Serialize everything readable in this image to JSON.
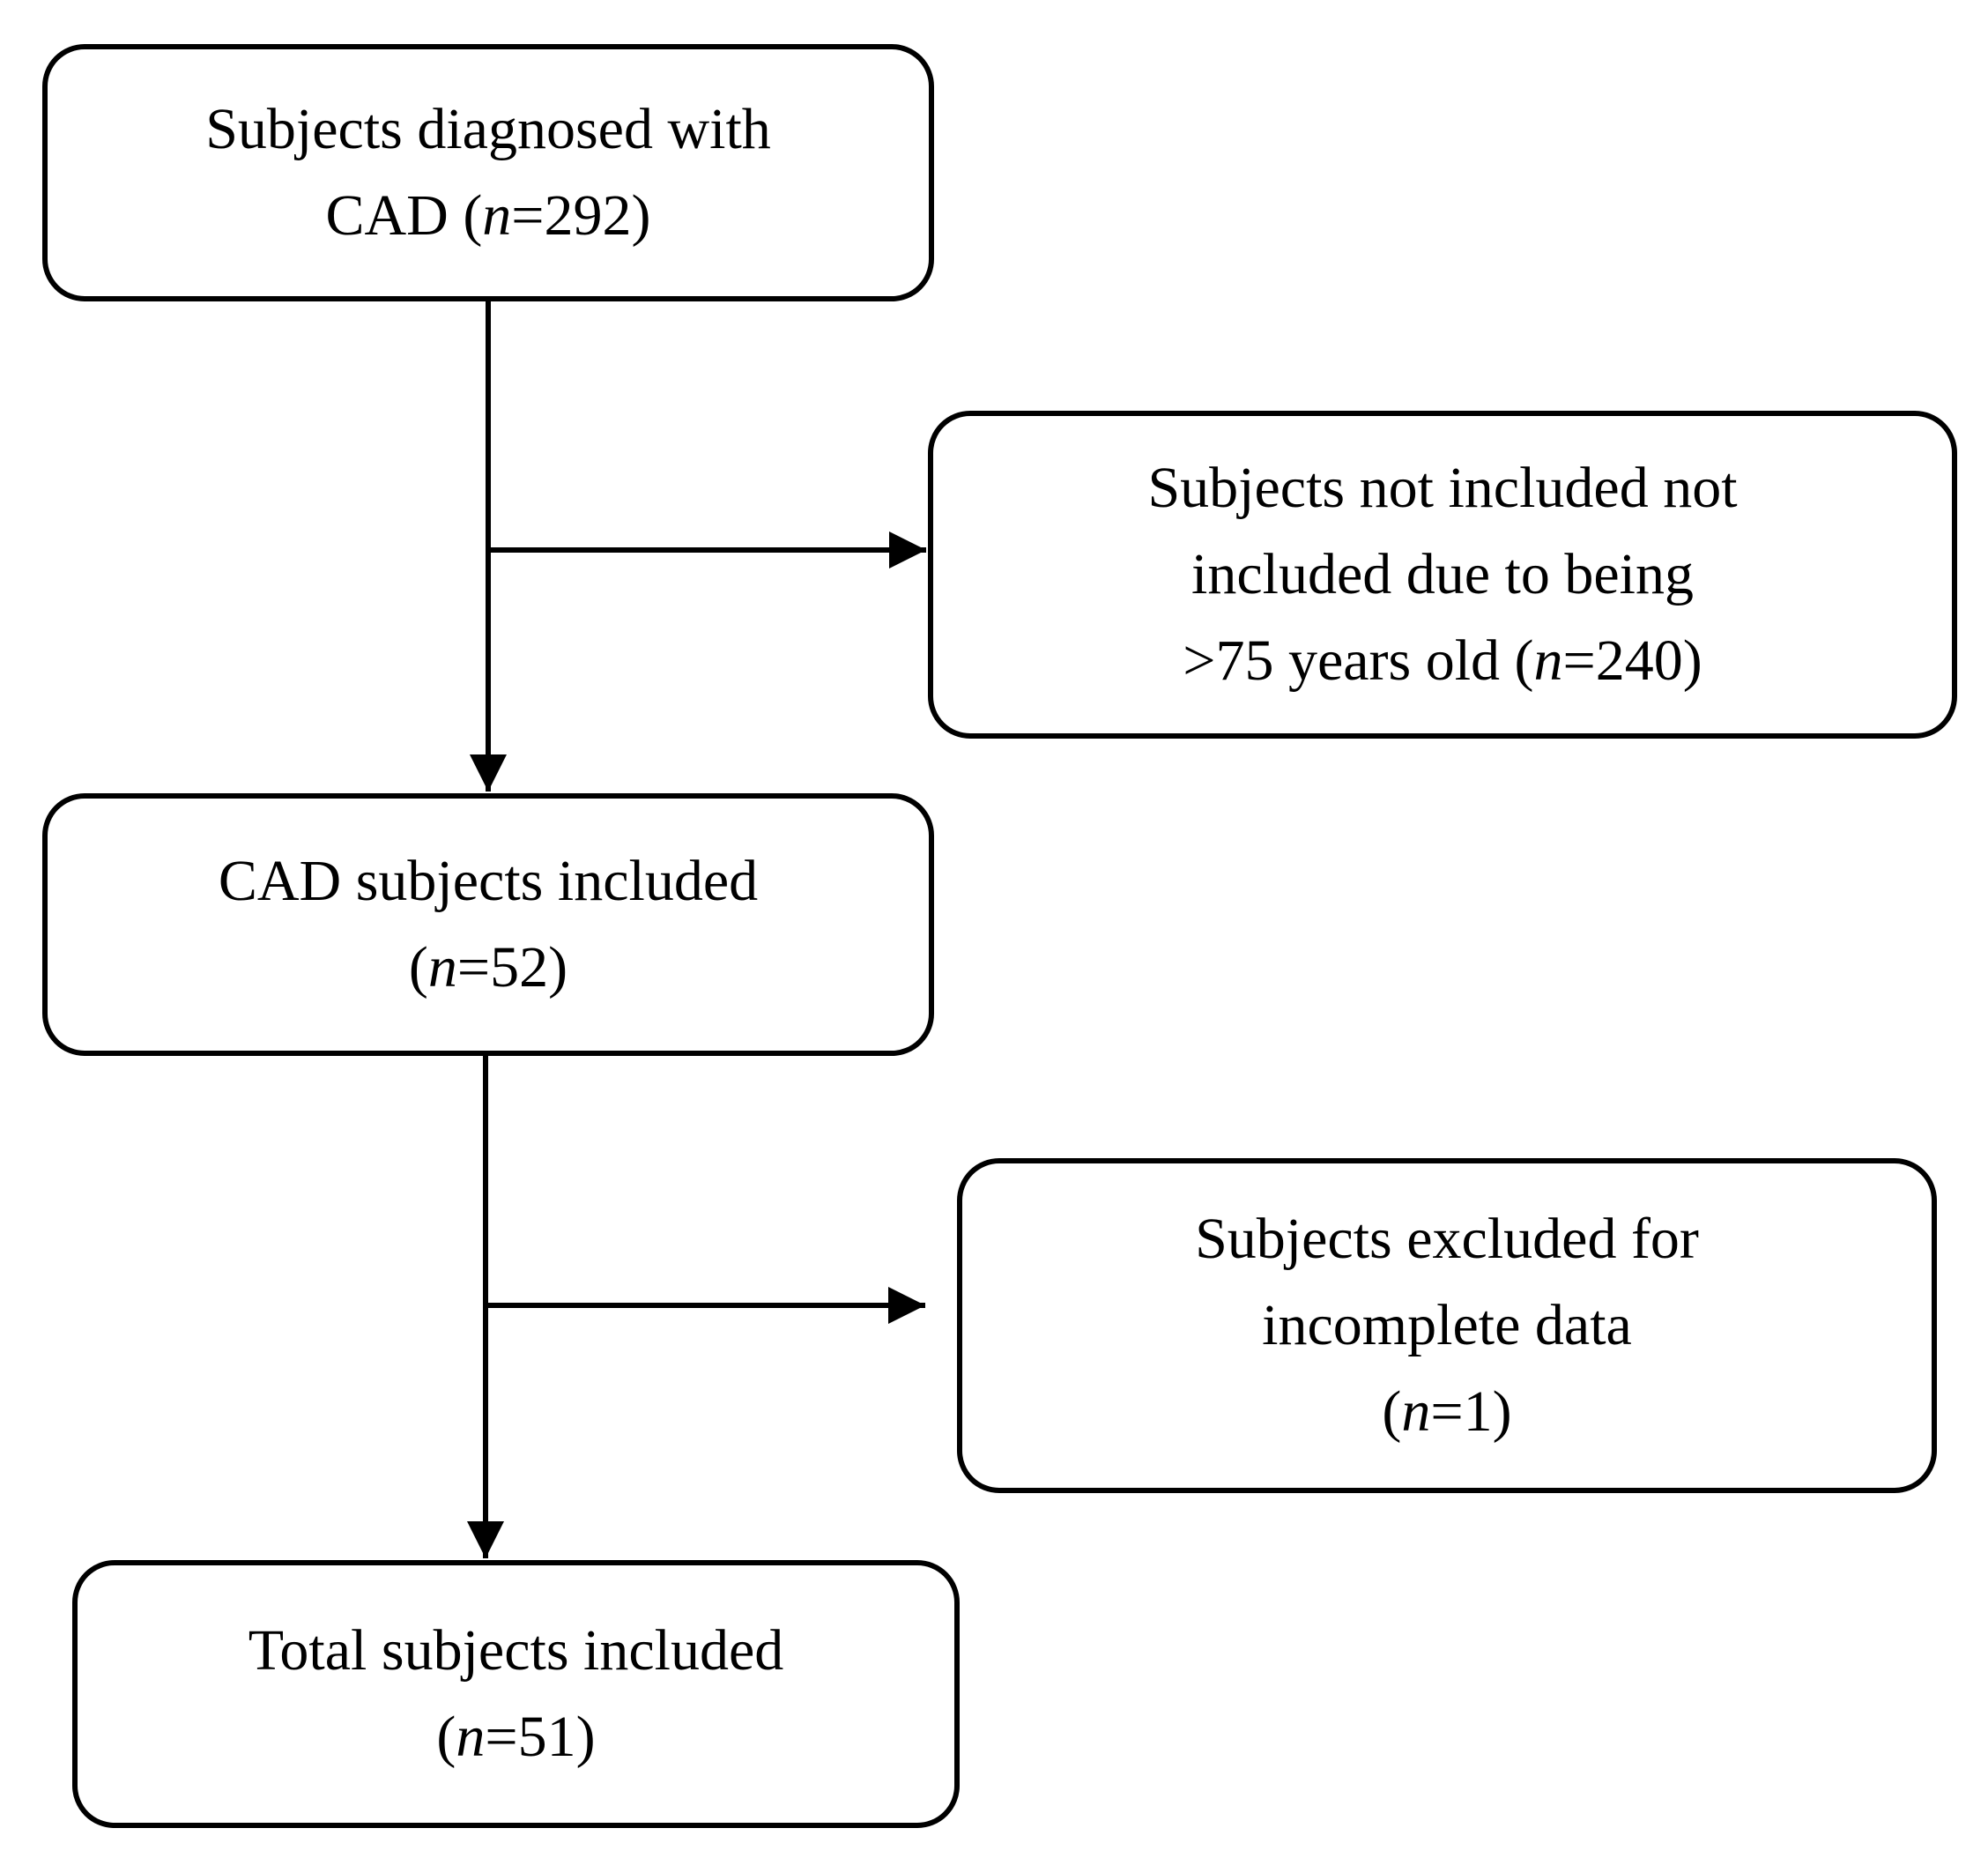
{
  "boxes": {
    "screened": {
      "lines": [
        "Subjects diagnosed with",
        "CAD ("
      ],
      "n": "292"
    },
    "excluded_age": {
      "lines": [
        "Subjects not included not",
        "included due to being",
        ">75 years old ("
      ],
      "n": "240"
    },
    "included": {
      "lines": [
        "CAD subjects included",
        "("
      ],
      "n": "52"
    },
    "excluded_incomplete": {
      "lines": [
        "Subjects excluded for",
        "incomplete data",
        "("
      ],
      "n": "1"
    },
    "final": {
      "lines": [
        "Total subjects included",
        "("
      ],
      "n": "51"
    }
  },
  "n_symbol": "n",
  "equals": "=",
  "close_paren": ")",
  "colors": {
    "stroke": "#000000",
    "background": "#ffffff",
    "text": "#000000"
  }
}
